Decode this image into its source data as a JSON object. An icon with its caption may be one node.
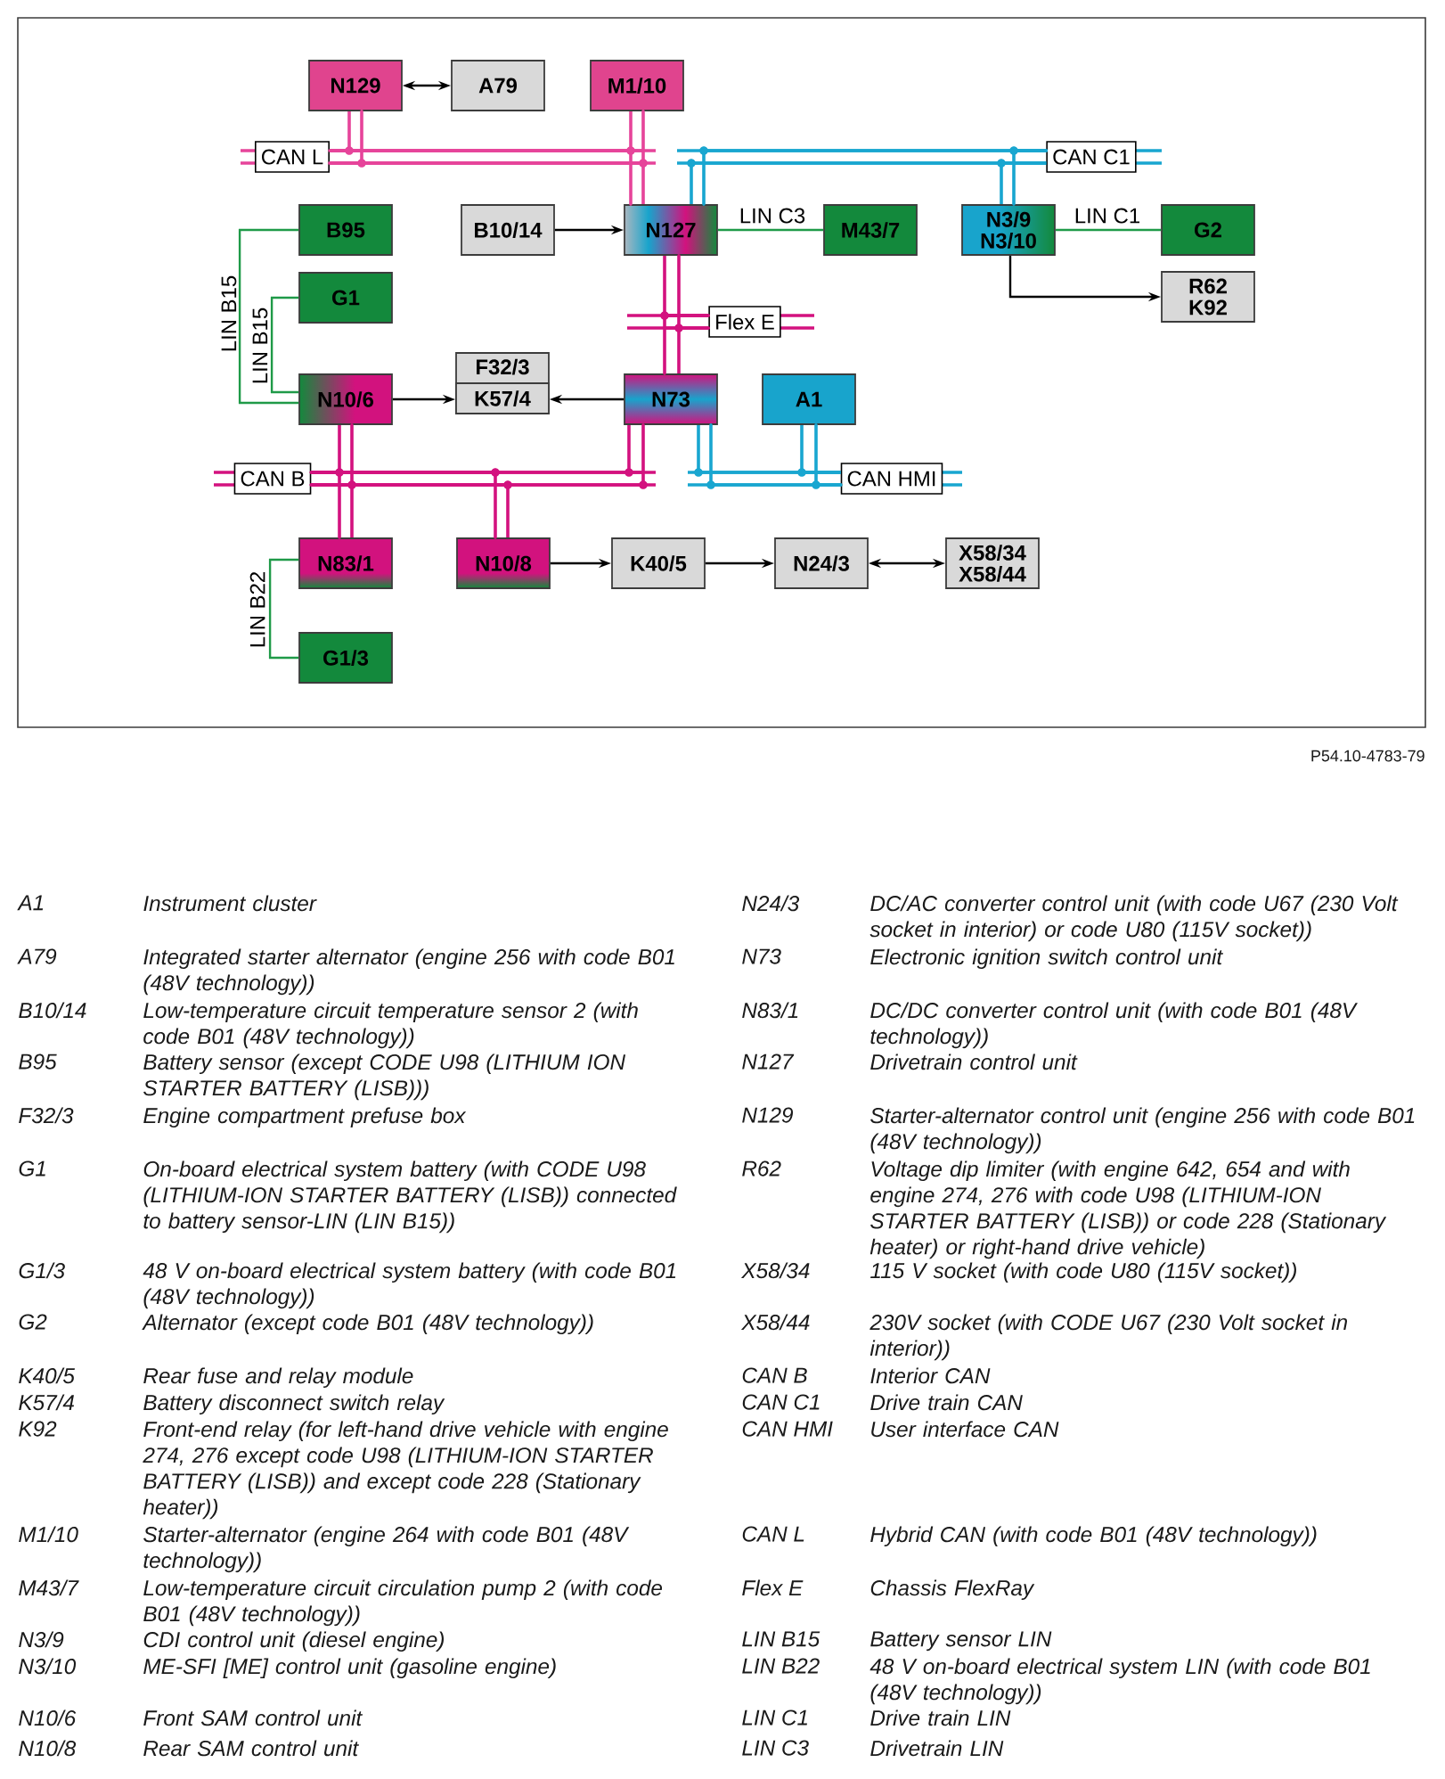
{
  "diagram": {
    "nodes": [
      {
        "text": [
          "N129"
        ]
      },
      {
        "text": [
          "A79"
        ]
      },
      {
        "text": [
          "M1/10"
        ]
      },
      {
        "text": [
          "CAN L"
        ]
      },
      {
        "text": [
          "CAN C1"
        ]
      },
      {
        "text": [
          "B95"
        ]
      },
      {
        "text": [
          "B10/14"
        ]
      },
      {
        "text": [
          "N127"
        ]
      },
      {
        "text": [
          "M43/7"
        ]
      },
      {
        "text": [
          "N3/9",
          "N3/10"
        ]
      },
      {
        "text": [
          "G2"
        ]
      },
      {
        "text": [
          "G1"
        ]
      },
      {
        "text": [
          "R62",
          "K92"
        ]
      },
      {
        "text": [
          "Flex E"
        ]
      },
      {
        "text": [
          "F32/3"
        ]
      },
      {
        "text": [
          "K57/4"
        ],
        "in": 14
      },
      {
        "text": [
          "N10/6"
        ]
      },
      {
        "text": [
          "N73"
        ]
      },
      {
        "text": [
          "A1"
        ]
      },
      {
        "text": [
          "CAN B"
        ]
      },
      {
        "text": [
          "CAN HMI"
        ]
      },
      {
        "text": [
          "N83/1"
        ]
      },
      {
        "text": [
          "N10/8"
        ]
      },
      {
        "text": [
          "K40/5"
        ]
      },
      {
        "text": [
          "N24/3"
        ]
      },
      {
        "text": [
          "X58/34",
          "X58/44"
        ]
      },
      {
        "text": [
          "G1/3"
        ]
      }
    ],
    "edges": [
      {
        "from": 0,
        "to": 1,
        "arrow": "both"
      },
      {
        "from": 0,
        "to": 3,
        "arrow": "none",
        "color": "#e6449a"
      },
      {
        "from": 2,
        "to": 3,
        "arrow": "none",
        "color": "#e6449a"
      },
      {
        "from": 7,
        "to": 3,
        "arrow": "none",
        "color": "#e6449a"
      },
      {
        "from": 7,
        "to": 4,
        "arrow": "none",
        "color": "#19a6d0"
      },
      {
        "from": 9,
        "to": 4,
        "arrow": "none",
        "color": "#19a6d0"
      },
      {
        "from": 5,
        "to": 16,
        "arrow": "none",
        "label": "LIN B15",
        "color": "#1f9a48"
      },
      {
        "from": 11,
        "to": 16,
        "arrow": "none",
        "label": "LIN B15",
        "color": "#1f9a48"
      },
      {
        "from": 6,
        "to": 7,
        "arrow": "to"
      },
      {
        "from": 7,
        "to": 8,
        "arrow": "none",
        "label": "LIN C3",
        "color": "#1f9a48"
      },
      {
        "from": 9,
        "to": 10,
        "arrow": "none",
        "label": "LIN C1",
        "color": "#1f9a48"
      },
      {
        "from": 9,
        "to": 12,
        "arrow": "to"
      },
      {
        "from": 7,
        "to": 13,
        "arrow": "none",
        "color": "#d3127f"
      },
      {
        "from": 17,
        "to": 13,
        "arrow": "none",
        "color": "#d3127f"
      },
      {
        "from": 16,
        "to": 15,
        "arrow": "to"
      },
      {
        "from": 17,
        "to": 15,
        "arrow": "to"
      },
      {
        "from": 16,
        "to": 19,
        "arrow": "none",
        "color": "#d3127f"
      },
      {
        "from": 21,
        "to": 19,
        "arrow": "none",
        "color": "#d3127f"
      },
      {
        "from": 22,
        "to": 19,
        "arrow": "none",
        "color": "#d3127f"
      },
      {
        "from": 17,
        "to": 19,
        "arrow": "none",
        "color": "#d3127f"
      },
      {
        "from": 17,
        "to": 20,
        "arrow": "none",
        "color": "#19a6d0"
      },
      {
        "from": 18,
        "to": 20,
        "arrow": "none",
        "color": "#19a6d0"
      },
      {
        "from": 21,
        "to": 26,
        "arrow": "none",
        "label": "LIN B22",
        "color": "#1f9a48"
      },
      {
        "from": 22,
        "to": 23,
        "arrow": "to"
      },
      {
        "from": 23,
        "to": 24,
        "arrow": "to"
      },
      {
        "from": 24,
        "to": 25,
        "arrow": "both"
      }
    ],
    "labels": [
      "P54.10-4783-79",
      "A1",
      "Instrument cluster",
      "A79",
      "Integrated starter alternator (engine 256 with code B01 (48V technology))",
      "B10/14",
      "Low-temperature circuit temperature sensor 2 (with code B01 (48V technology))",
      "B95",
      "Battery sensor (except CODE U98 (LITHIUM ION STARTER BATTERY (LISB)))",
      "F32/3",
      "Engine compartment prefuse box",
      "G1",
      "On-board electrical system battery (with CODE U98 (LITHIUM-ION STARTER BATTERY (LISB)) connected to battery sensor-LIN (LIN B15))",
      "G1/3",
      "48 V on-board electrical system battery (with code B01 (48V technology))",
      "G2",
      "Alternator (except code B01 (48V technology))",
      "K40/5",
      "Rear fuse and relay module",
      "K57/4",
      "Battery disconnect switch relay",
      "K92",
      "Front-end relay (for left-hand drive vehicle with engine 274, 276 except code U98 (LITHIUM-ION STARTER BATTERY (LISB)) and except code 228 (Stationary heater))",
      "M1/10",
      "Starter-alternator (engine 264 with code B01 (48V technology))",
      "M43/7",
      "Low-temperature circuit circulation pump 2 (with code B01 (48V technology))",
      "N3/9",
      "CDI control unit (diesel engine)",
      "N3/10",
      "ME-SFI [ME] control unit (gasoline engine)",
      "N10/6",
      "Front SAM control unit",
      "N10/8",
      "Rear SAM control unit",
      "N24/3",
      "DC/AC converter control unit (with code U67 (230 Volt socket in interior) or code U80 (115V socket))",
      "N73",
      "Electronic ignition switch control unit",
      "N83/1",
      "DC/DC converter control unit (with code B01 (48V technology))",
      "N127",
      "Drivetrain control unit",
      "N129",
      "Starter-alternator control unit (engine 256 with code B01 (48V technology))",
      "R62",
      "Voltage dip limiter (with engine 642, 654 and with engine 274, 276 with code U98 (LITHIUM-ION STARTER BATTERY (LISB)) or code 228 (Stationary heater) or right-hand drive vehicle)",
      "X58/34",
      "115 V socket (with code U80 (115V socket))",
      "X58/44",
      "230V socket (with CODE U67 (230 Volt socket in interior))",
      "CAN B",
      "Interior CAN",
      "CAN C1",
      "Drive train CAN",
      "CAN HMI",
      "User interface CAN",
      "CAN L",
      "Hybrid CAN (with code B01 (48V technology))",
      "Flex E",
      "Chassis FlexRay",
      "LIN B15",
      "Battery sensor LIN",
      "LIN B22",
      "48 V on-board electrical system LIN (with code B01 (48V technology))",
      "LIN C1",
      "Drive train LIN",
      "LIN C3",
      "Drivetrain LIN"
    ]
  }
}
